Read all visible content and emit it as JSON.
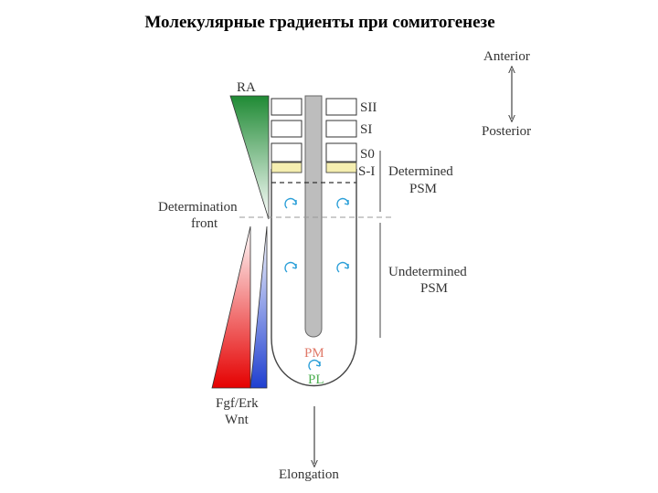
{
  "title": "Молекулярные градиенты при сомитогенезе",
  "diagram": {
    "axis": {
      "anterior": "Anterior",
      "posterior": "Posterior"
    },
    "gradient_top": "RA",
    "gradient_bottom_line1": "Fgf/Erk",
    "gradient_bottom_line2": "Wnt",
    "determination_front_line1": "Determination",
    "determination_front_line2": "front",
    "somites": [
      "SII",
      "SI",
      "S0",
      "S-I"
    ],
    "determined_psm_line1": "Determined",
    "determined_psm_line2": "PSM",
    "undetermined_psm_line1": "Undetermined",
    "undetermined_psm_line2": "PSM",
    "pm": "PM",
    "pl": "PL",
    "elongation": "Elongation",
    "colors": {
      "ra": "#2f8f3a",
      "fgf": "#e41a1c",
      "wnt": "#2a3fb5",
      "somite_band": "#f5eeb0",
      "rotation_arrow": "#2b9fd8",
      "pm": "#e07a6a",
      "pl": "#4caf50"
    }
  }
}
